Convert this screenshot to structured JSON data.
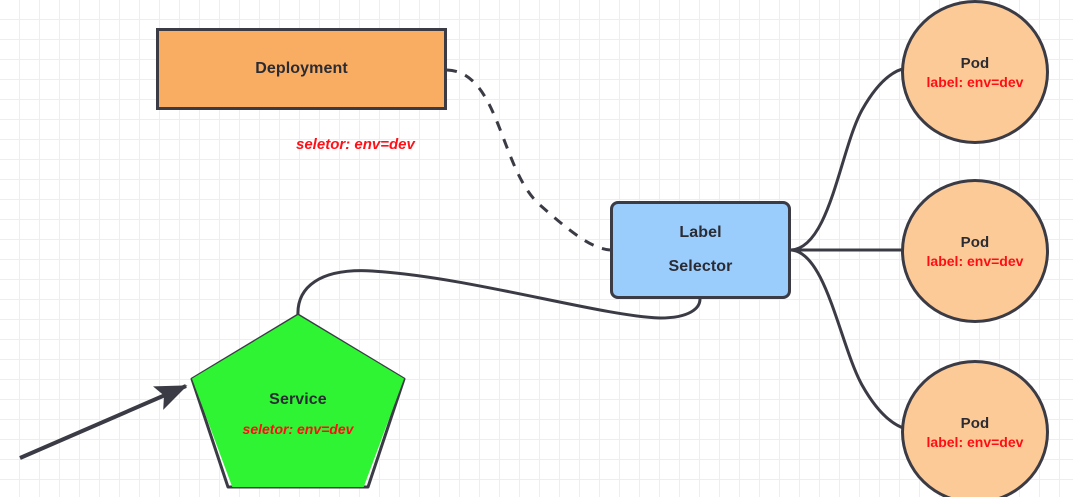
{
  "diagram": {
    "title": "Kubernetes Label Selector Diagram",
    "background": {
      "grid_minor_color": "#eeeeee",
      "grid_major_color": "#e6e6e6",
      "page_color": "#ffffff"
    },
    "colors": {
      "deployment_fill": "#f9ad62",
      "label_selector_fill": "#9acdfc",
      "service_fill": "#2ff434",
      "pod_fill": "#fcca97",
      "stroke": "#3b3b45",
      "red_text": "#ff1118",
      "dark_text": "#2b2b33"
    }
  },
  "nodes": {
    "deployment": {
      "title": "Deployment",
      "shape": "rectangle"
    },
    "deployment_selector": {
      "text": "seletor:  env=dev"
    },
    "label_selector": {
      "line1": "Label",
      "line2": "Selector",
      "shape": "rounded-rectangle"
    },
    "service": {
      "title": "Service",
      "selector": "seletor:  env=dev",
      "shape": "pentagon"
    },
    "pods": [
      {
        "title": "Pod",
        "label": "label: env=dev"
      },
      {
        "title": "Pod",
        "label": "label: env=dev"
      },
      {
        "title": "Pod",
        "label": "label: env=dev"
      }
    ]
  },
  "edges": [
    {
      "name": "deployment-to-label-selector",
      "style": "dashed",
      "arrow": false
    },
    {
      "name": "service-to-label-selector",
      "style": "solid",
      "arrow": false
    },
    {
      "name": "label-selector-to-pod-1",
      "style": "solid",
      "arrow": false
    },
    {
      "name": "label-selector-to-pod-2",
      "style": "solid",
      "arrow": false
    },
    {
      "name": "label-selector-to-pod-3",
      "style": "solid",
      "arrow": false
    },
    {
      "name": "inbound-traffic-to-service",
      "style": "solid",
      "arrow": true
    }
  ]
}
